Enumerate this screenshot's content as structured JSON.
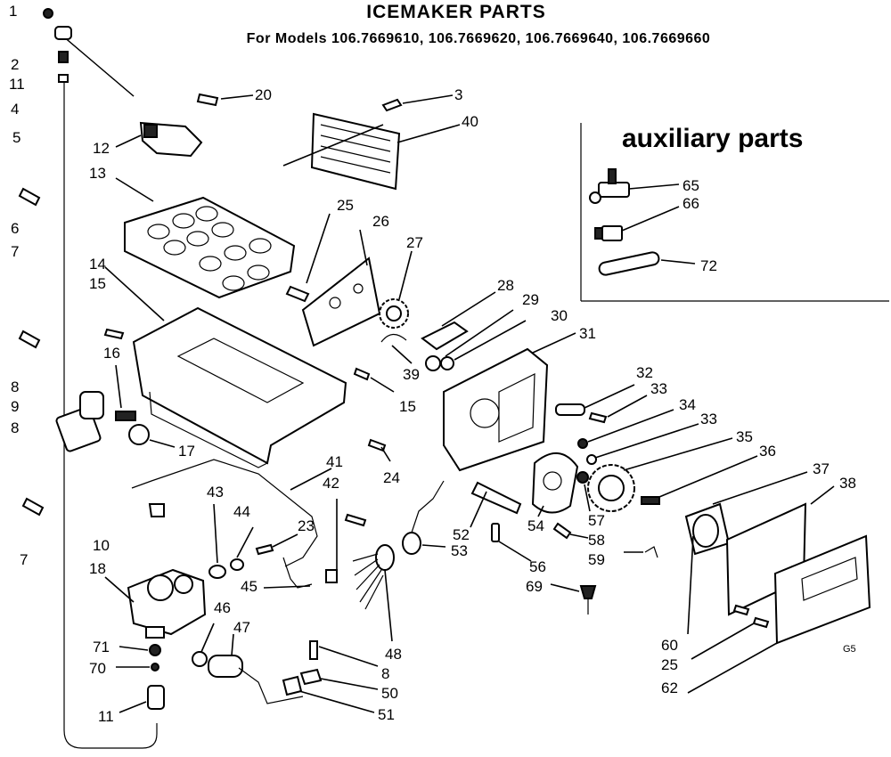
{
  "title": "ICEMAKER PARTS",
  "subtitle": "For Models 106.7669610, 106.7669620, 106.7669640, 106.7669660",
  "auxiliary_heading": "auxiliary parts",
  "corner_code": "G5",
  "callouts": [
    "1",
    "2",
    "11",
    "4",
    "5",
    "6",
    "7",
    "8",
    "9",
    "8",
    "7",
    "10",
    "18",
    "71",
    "70",
    "11",
    "12",
    "13",
    "14",
    "15",
    "16",
    "17",
    "20",
    "3",
    "40",
    "25",
    "26",
    "27",
    "28",
    "29",
    "30",
    "31",
    "39",
    "15",
    "24",
    "41",
    "42",
    "43",
    "44",
    "23",
    "45",
    "46",
    "47",
    "48",
    "8",
    "50",
    "51",
    "52",
    "53",
    "56",
    "69",
    "32",
    "33",
    "34",
    "33",
    "35",
    "36",
    "37",
    "38",
    "54",
    "57",
    "58",
    "59",
    "60",
    "25",
    "62",
    "65",
    "66",
    "72"
  ]
}
